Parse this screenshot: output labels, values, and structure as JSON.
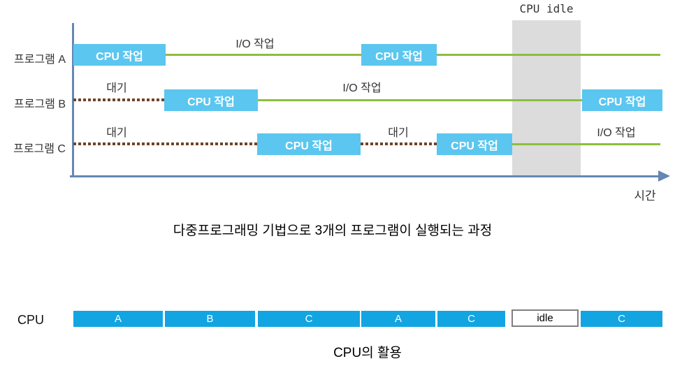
{
  "timeline": {
    "idle_label": "CPU idle",
    "time_axis_label": "시간",
    "caption": "다중프로그래밍 기법으로 3개의 프로그램이 실행되는 과정",
    "rows": [
      {
        "label": "프로그램 A",
        "cpu1": "CPU 작업",
        "io": "I/O 작업",
        "cpu2": "CPU 작업"
      },
      {
        "label": "프로그램 B",
        "wait1": "대기",
        "cpu1": "CPU 작업",
        "io": "I/O 작업",
        "cpu2": "CPU 작업"
      },
      {
        "label": "프로그램 C",
        "wait1": "대기",
        "cpu1": "CPU 작업",
        "wait2": "대기",
        "cpu2": "CPU 작업",
        "io": "I/O 작업"
      }
    ]
  },
  "cpu_bar": {
    "label": "CPU",
    "caption": "CPU의 활용",
    "segments": [
      {
        "label": "A",
        "type": "busy"
      },
      {
        "label": "B",
        "type": "busy"
      },
      {
        "label": "C",
        "type": "busy"
      },
      {
        "label": "A",
        "type": "busy"
      },
      {
        "label": "C",
        "type": "busy"
      },
      {
        "label": "idle",
        "type": "idle"
      },
      {
        "label": "C",
        "type": "busy"
      }
    ]
  },
  "colors": {
    "cpu_block_blue": "#5bc6ef",
    "cpu_bar_blue": "#12a5e2",
    "io_line_green": "#8cbe3f",
    "wait_dots_brown": "#6f4327",
    "idle_band_gray": "#dcdcdc",
    "axis_steel_blue": "#6487b3"
  }
}
